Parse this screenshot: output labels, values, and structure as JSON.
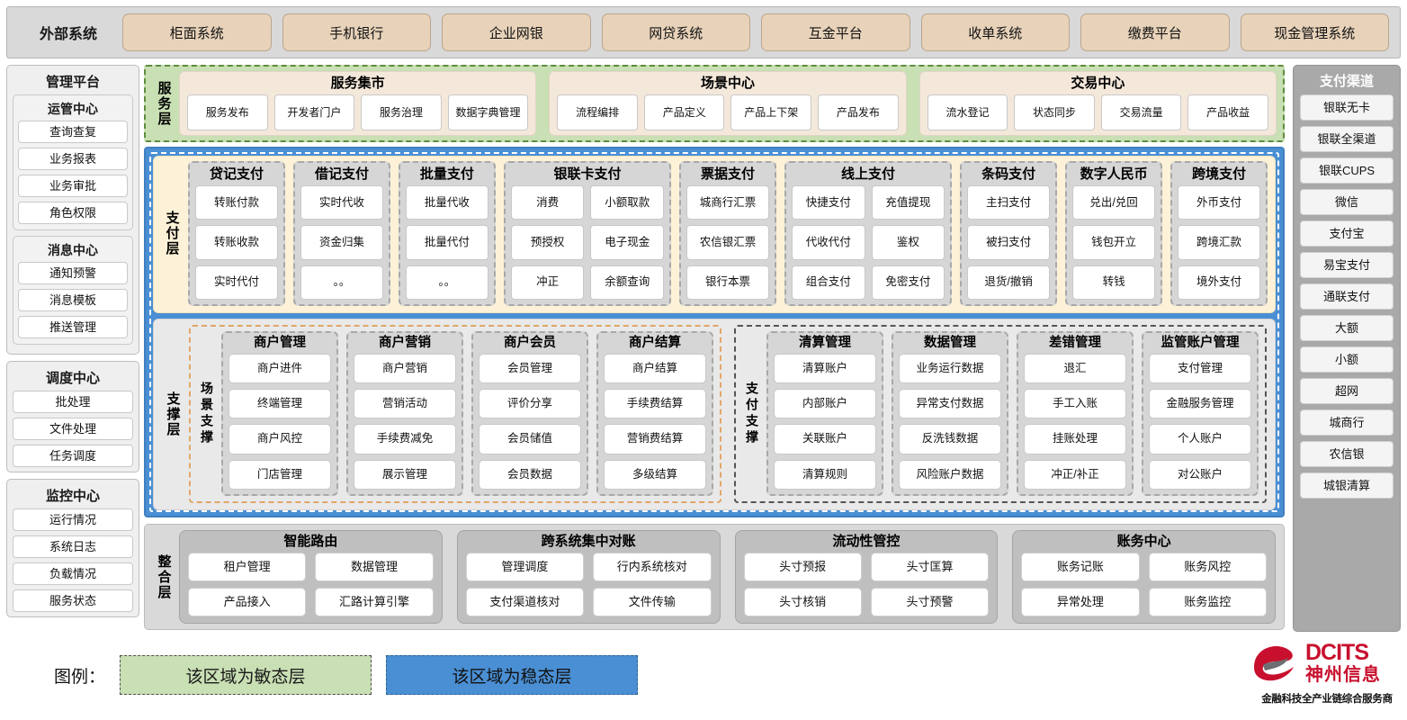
{
  "topbar": {
    "label": "外部系统",
    "items": [
      "柜面系统",
      "手机银行",
      "企业网银",
      "网贷系统",
      "互金平台",
      "收单系统",
      "缴费平台",
      "现金管理系统"
    ]
  },
  "leftbar": {
    "platform_title": "管理平台",
    "subpanels": [
      {
        "title": "运管中心",
        "items": [
          "查询查复",
          "业务报表",
          "业务审批",
          "角色权限"
        ]
      },
      {
        "title": "消息中心",
        "items": [
          "通知预警",
          "消息模板",
          "推送管理"
        ]
      }
    ],
    "panels": [
      {
        "title": "调度中心",
        "items": [
          "批处理",
          "文件处理",
          "任务调度"
        ]
      },
      {
        "title": "监控中心",
        "items": [
          "运行情况",
          "系统日志",
          "负载情况",
          "服务状态"
        ]
      }
    ]
  },
  "rightbar": {
    "title": "支付渠道",
    "items": [
      "银联无卡",
      "银联全渠道",
      "银联CUPS",
      "微信",
      "支付宝",
      "易宝支付",
      "通联支付",
      "大额",
      "小额",
      "超网",
      "城商行",
      "农信银",
      "城银清算"
    ]
  },
  "service_layer": {
    "label": "服务层",
    "groups": [
      {
        "title": "服务集市",
        "items": [
          "服务发布",
          "开发者门户",
          "服务治理",
          "数据字典管理"
        ]
      },
      {
        "title": "场景中心",
        "items": [
          "流程编排",
          "产品定义",
          "产品上下架",
          "产品发布"
        ]
      },
      {
        "title": "交易中心",
        "items": [
          "流水登记",
          "状态同步",
          "交易流量",
          "产品收益"
        ]
      }
    ]
  },
  "payment_layer": {
    "label": "支付层",
    "groups": [
      {
        "title": "贷记支付",
        "cols": 1,
        "rows": [
          [
            "转账付款"
          ],
          [
            "转账收款"
          ],
          [
            "实时代付"
          ]
        ]
      },
      {
        "title": "借记支付",
        "cols": 1,
        "rows": [
          [
            "实时代收"
          ],
          [
            "资金归集"
          ],
          [
            "。。"
          ]
        ]
      },
      {
        "title": "批量支付",
        "cols": 1,
        "rows": [
          [
            "批量代收"
          ],
          [
            "批量代付"
          ],
          [
            "。。"
          ]
        ]
      },
      {
        "title": "银联卡支付",
        "cols": 2,
        "rows": [
          [
            "消费",
            "小额取款"
          ],
          [
            "预授权",
            "电子现金"
          ],
          [
            "冲正",
            "余额查询"
          ]
        ]
      },
      {
        "title": "票据支付",
        "cols": 1,
        "rows": [
          [
            "城商行汇票"
          ],
          [
            "农信银汇票"
          ],
          [
            "银行本票"
          ]
        ]
      },
      {
        "title": "线上支付",
        "cols": 2,
        "rows": [
          [
            "快捷支付",
            "充值提现"
          ],
          [
            "代收代付",
            "鉴权"
          ],
          [
            "组合支付",
            "免密支付"
          ]
        ]
      },
      {
        "title": "条码支付",
        "cols": 1,
        "rows": [
          [
            "主扫支付"
          ],
          [
            "被扫支付"
          ],
          [
            "退货/撤销"
          ]
        ]
      },
      {
        "title": "数字人民币",
        "cols": 1,
        "rows": [
          [
            "兑出/兑回"
          ],
          [
            "钱包开立"
          ],
          [
            "转钱"
          ]
        ]
      },
      {
        "title": "跨境支付",
        "cols": 1,
        "rows": [
          [
            "外币支付"
          ],
          [
            "跨境汇款"
          ],
          [
            "境外支付"
          ]
        ]
      }
    ]
  },
  "support_layer": {
    "label": "支撑层",
    "scene": {
      "label": "场景支撑",
      "groups": [
        {
          "title": "商户管理",
          "items": [
            "商户进件",
            "终端管理",
            "商户风控",
            "门店管理"
          ]
        },
        {
          "title": "商户营销",
          "items": [
            "商户营销",
            "营销活动",
            "手续费减免",
            "展示管理"
          ]
        },
        {
          "title": "商户会员",
          "items": [
            "会员管理",
            "评价分享",
            "会员储值",
            "会员数据"
          ]
        },
        {
          "title": "商户结算",
          "items": [
            "商户结算",
            "手续费结算",
            "营销费结算",
            "多级结算"
          ]
        }
      ]
    },
    "paysupport": {
      "label": "支付支撑",
      "groups": [
        {
          "title": "清算管理",
          "items": [
            "清算账户",
            "内部账户",
            "关联账户",
            "清算规则"
          ]
        },
        {
          "title": "数据管理",
          "items": [
            "业务运行数据",
            "异常支付数据",
            "反洗钱数据",
            "风险账户数据"
          ]
        },
        {
          "title": "差错管理",
          "items": [
            "退汇",
            "手工入账",
            "挂账处理",
            "冲正/补正"
          ]
        },
        {
          "title": "监管账户管理",
          "items": [
            "支付管理",
            "金融服务管理",
            "个人账户",
            "对公账户"
          ]
        }
      ]
    }
  },
  "integration_layer": {
    "label": "整合层",
    "groups": [
      {
        "title": "智能路由",
        "rows": [
          [
            "租户管理",
            "数据管理"
          ],
          [
            "产品接入",
            "汇路计算引擎"
          ]
        ]
      },
      {
        "title": "跨系统集中对账",
        "rows": [
          [
            "管理调度",
            "行内系统核对"
          ],
          [
            "支付渠道核对",
            "文件传输"
          ]
        ]
      },
      {
        "title": "流动性管控",
        "rows": [
          [
            "头寸预报",
            "头寸匡算"
          ],
          [
            "头寸核销",
            "头寸预警"
          ]
        ]
      },
      {
        "title": "账务中心",
        "rows": [
          [
            "账务记账",
            "账务风控"
          ],
          [
            "异常处理",
            "账务监控"
          ]
        ]
      }
    ]
  },
  "legend": {
    "label": "图例：",
    "agile_text": "该区域为敏态层",
    "stable_text": "该区域为稳态层",
    "agile_color": "#c9dfb4",
    "stable_color": "#4a8fd4"
  },
  "logo": {
    "en": "DCITS",
    "cn": "神州信息",
    "tagline": "金融科技全产业链综合服务商",
    "color": "#c8102e"
  }
}
